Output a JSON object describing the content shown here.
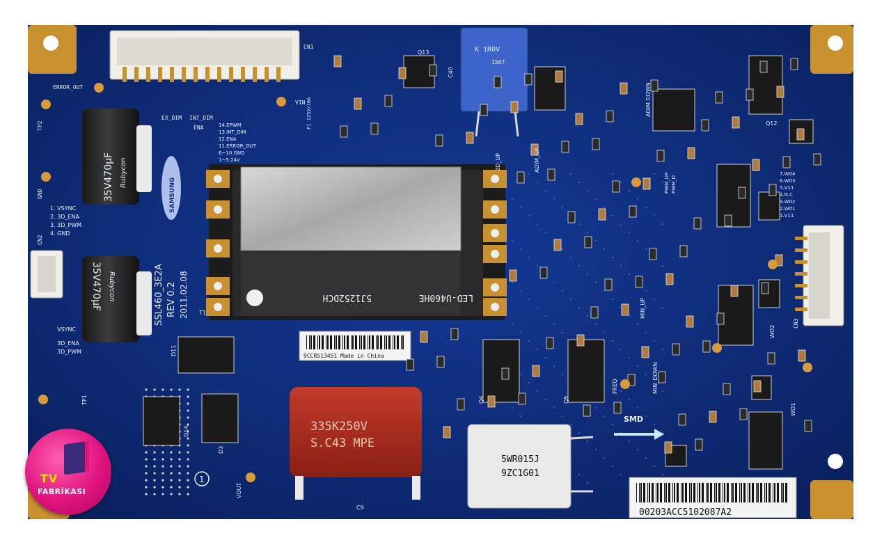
{
  "board": {
    "connectors": {
      "cn1": "CN1",
      "cn2": "CN2",
      "cn3": "CN3"
    },
    "pins_left": [
      "1. VSYNC",
      "2. 3D_ENA",
      "3. 3D_PWM",
      "4. GND"
    ],
    "pins_left2": [
      "VSYNC",
      "3D_ENA",
      "3D_PWM"
    ],
    "pins_cn1": [
      "14.EPWM",
      "13.INT_DIM",
      "12.ENA",
      "11.ERROR_OUT",
      "6~10.GND",
      "1~5.24V"
    ],
    "pins_right": [
      "7.W04",
      "6.W03",
      "5.V11",
      "4.N.C",
      "3.W02",
      "2.W01",
      "1.V11"
    ],
    "labels": {
      "error_out": "ERROR_OUT",
      "tp2": "TP2",
      "gnd": "GND",
      "ex_dim": "EX_DIM",
      "int_dim": "INT_DIM",
      "ena": "ENA",
      "vin": "VIN",
      "fuse": "F1 125V/10A",
      "model": "SSL460_3E2A",
      "rev": "REV 0.2",
      "date": "2011.02.08",
      "samsung": "SAMSUNG",
      "t1": "T1",
      "d11": "D11",
      "tp1": "TP1",
      "vout": "VOUT",
      "freq": "FREQ",
      "min_up": "MIN_UP",
      "min_down": "MIN_DOWN",
      "adim_up": "ADIM_UP",
      "adim_down": "ADIM DOWN",
      "2d_up": "2D_UP",
      "pwm_up": "PWM_UP",
      "pwm_d": "PWM_D",
      "smd": "SMD",
      "d3": "D3",
      "c9": "C9",
      "c40": "C40",
      "q4": "Q4",
      "q5": "Q5",
      "q12": "Q12",
      "q14": "Q14",
      "q13": "Q13",
      "wo1": "WO1",
      "wo2": "WO2",
      "circle_one": "1"
    },
    "transformer_text": [
      "LED-U460HE",
      "5J1252DCH"
    ],
    "film_cap_text": [
      "335K250V",
      "S.C43 MPE"
    ],
    "resistor_text": [
      "5WR015J",
      "9ZC1G01"
    ],
    "blue_cap_text": [
      "K 1R0V",
      "1507"
    ],
    "sticker_small": "9CCR513451 Made in China",
    "sticker_big": "00203ACC5102087A2",
    "electrolytic": [
      "35V470μF",
      "35V470μF"
    ],
    "electrolytic_brand": "Rubycon",
    "colors": {
      "pcb": "#0e2b7a",
      "pad": "#c8902e",
      "connector": "#efefe8"
    }
  },
  "watermark": {
    "line1": "TV",
    "line2": "FABRİKASI"
  }
}
